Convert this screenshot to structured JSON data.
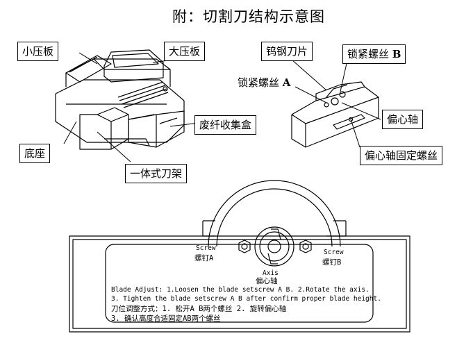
{
  "title": "附：切割刀结构示意图",
  "labels": {
    "small_press": "小压板",
    "large_press": "大压板",
    "waste_box": "废纤收集盒",
    "base": "底座",
    "blade_holder": "一体式刀架",
    "tungsten_blade": "钨钢刀片",
    "lock_screw_b_text": "锁紧螺丝",
    "lock_screw_b_letter": "B",
    "lock_screw_a_text": "锁紧螺丝",
    "lock_screw_a_letter": "A",
    "eccentric_axis": "偏心轴",
    "eccentric_axis_screw": "偏心轴固定螺丝"
  },
  "plate": {
    "screw_a_en": "Screw",
    "screw_a_cn": "螺钉A",
    "screw_b_en": "Screw",
    "screw_b_cn": "螺钉B",
    "axis_en": "Axis",
    "axis_cn": "偏心轴",
    "line1": "Blade Adjust: 1.Loosen the blade setscrew A B.  2.Rotate the axis.",
    "line2": "3. Tighten the blade setscrew A B after confirm proper blade height.",
    "line3": "刀位调整方式：1. 松开A B两个螺丝  2. 旋转偏心轴",
    "line4": "3. 确认高度合适固定AB两个螺丝"
  }
}
